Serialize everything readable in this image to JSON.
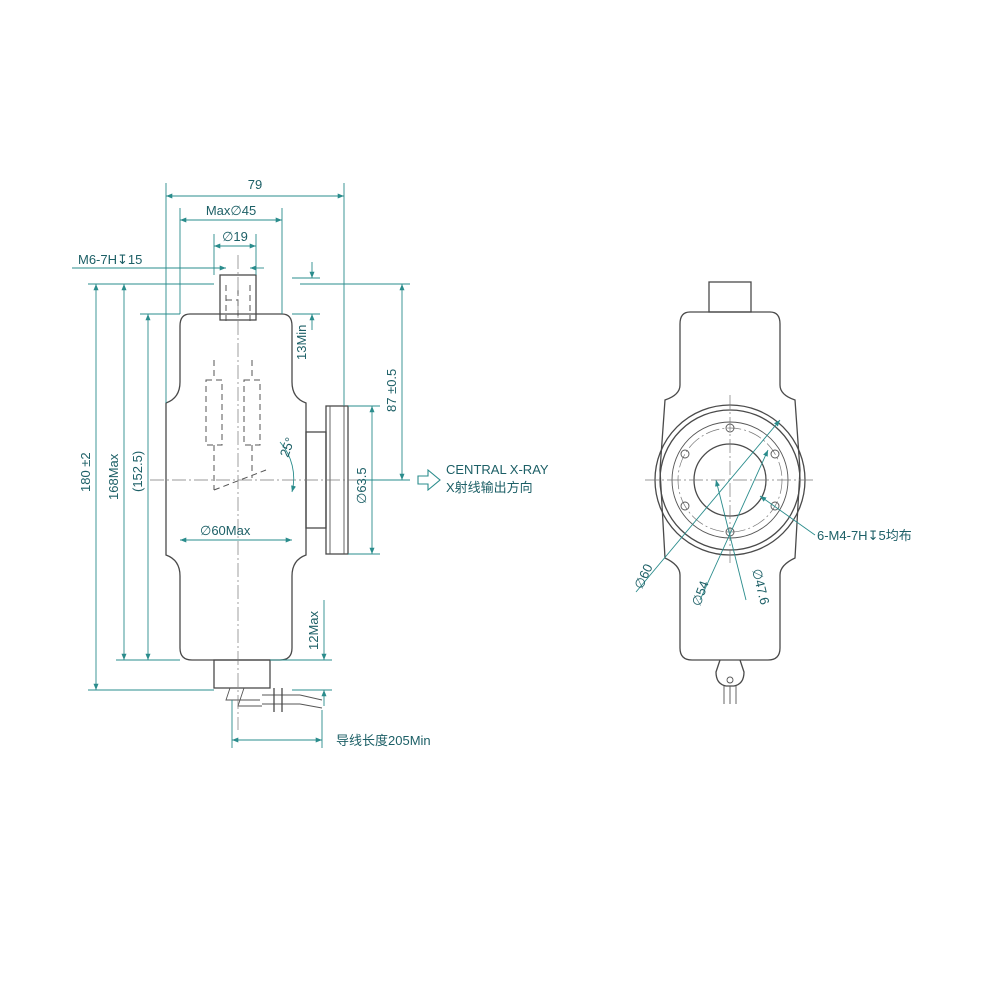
{
  "dimensions": {
    "overall_width": "79",
    "max_diameter": "Max∅45",
    "stem_diameter": "∅19",
    "thread": "M6-7H↧15",
    "min_13": "13Min",
    "window_height": "87 ±0.5",
    "overall_length": "180 ±2",
    "length_168": "168Max",
    "length_152": "(152.5)",
    "angle": "25°",
    "flange_diameter": "∅63.5",
    "body_diameter": "∅60Max",
    "max_12": "12Max",
    "lead_length": "导线长度205Min"
  },
  "side_view": {
    "d60": "∅60",
    "d54": "∅54",
    "d47": "∅47.6",
    "holes": "6-M4-7H↧5均布"
  },
  "central_ray": {
    "line1": "CENTRAL X-RAY",
    "line2": "X射线输出方向"
  },
  "colors": {
    "outline": "#4a4a4a",
    "dimension": "#2a8c8c",
    "text": "#1c5f66"
  }
}
